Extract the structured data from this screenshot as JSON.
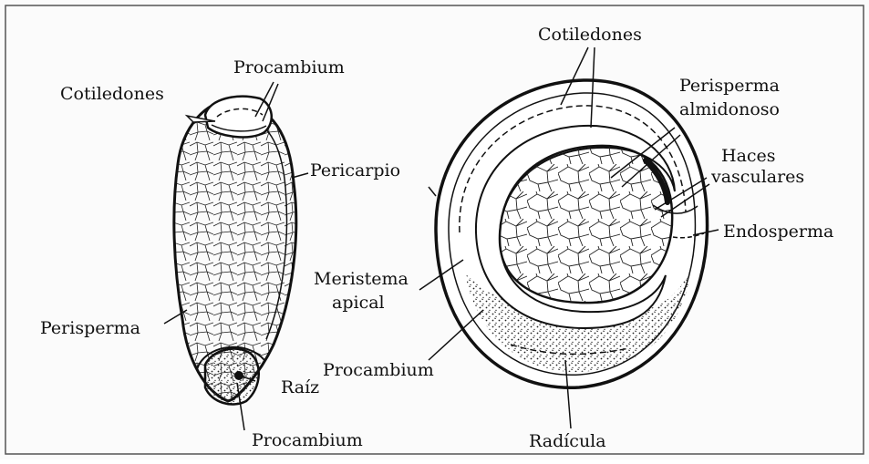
{
  "labels": {
    "left_cotiledones": "Cotiledones",
    "left_procambium_top": "Procambium",
    "left_pericarpio": "Pericarpio",
    "left_perisperma": "Perisperma",
    "left_raiz": "Raíz",
    "left_procambium_bottom": "Procambium",
    "right_cotiledones": "Cotiledones",
    "right_perisperma_line1": "Perisperma",
    "right_perisperma_line2": "almidonoso",
    "right_haces_line1": "Haces",
    "right_haces_line2": "vasculares",
    "right_endosperma": "Endosperma",
    "right_meristema_line1": "Meristema",
    "right_meristema_line2": "apical",
    "right_procambium": "Procambium",
    "right_radicula": "Radícula"
  },
  "colors": {
    "ink": "#111111",
    "background": "#fbfbfb",
    "frame": "#555555"
  }
}
